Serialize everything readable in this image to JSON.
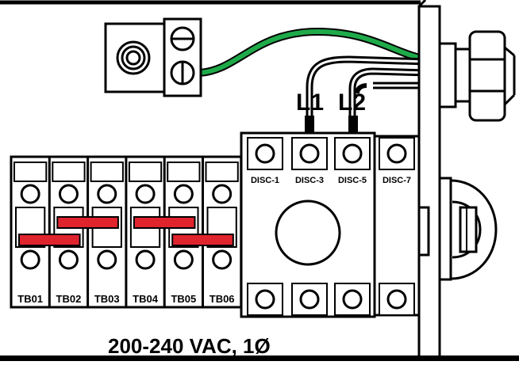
{
  "diagram": {
    "line_labels": {
      "l1": "L1",
      "l2": "L2"
    },
    "disconnect_labels": [
      "DISC-1",
      "DISC-3",
      "DISC-5",
      "DISC-7"
    ],
    "terminal_labels": [
      "TB01",
      "TB02",
      "TB03",
      "TB04",
      "TB05",
      "TB06"
    ],
    "supply_spec": "200-240 VAC, 1Ø",
    "colors": {
      "ground_wire": "#1faa4a",
      "line_wire": "#000000",
      "jumper": "#e0242e",
      "outline": "#000000",
      "background": "#ffffff"
    }
  }
}
